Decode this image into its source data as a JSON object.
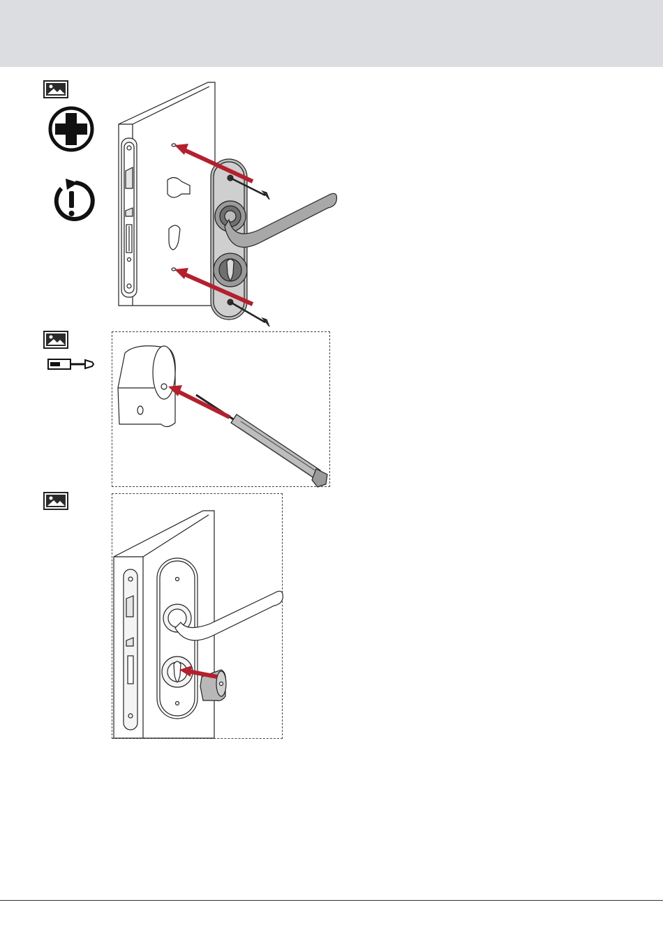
{
  "page": {
    "header_color": "#dcdde1",
    "accent_arrow_color": "#b3202e",
    "line_color": "#1a1a1a"
  },
  "steps": [
    {
      "icons": [
        "image-icon",
        "phillips-screwdriver-icon",
        "tighten-caution-icon"
      ],
      "illustration": "mount-handle-plate-screws"
    },
    {
      "icons": [
        "image-icon",
        "screwdriver-icon"
      ],
      "illustration": "insert-screw-into-cylinder"
    },
    {
      "icons": [
        "image-icon"
      ],
      "illustration": "insert-cylinder-into-lock"
    }
  ]
}
